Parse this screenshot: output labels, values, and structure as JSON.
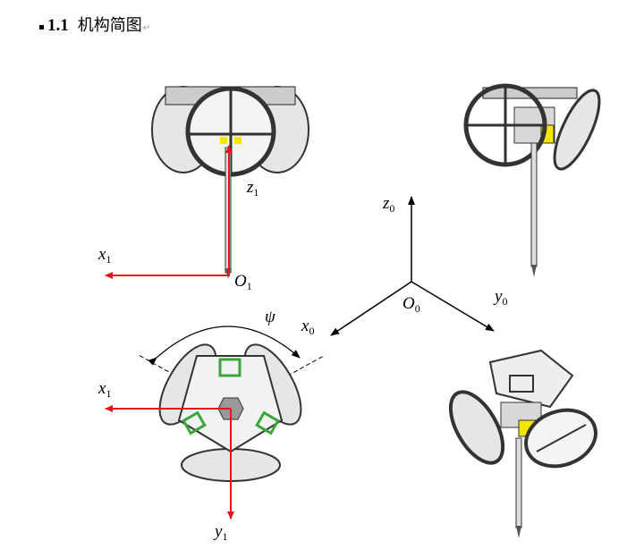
{
  "heading": {
    "number": "1.1",
    "title": "机构简图",
    "return_mark": "↵"
  },
  "labels": {
    "z1": {
      "base": "z",
      "sub": "1"
    },
    "x1_top": {
      "base": "x",
      "sub": "1"
    },
    "O1": {
      "base": "O",
      "sub": "1"
    },
    "z0": {
      "base": "z",
      "sub": "0"
    },
    "O0": {
      "base": "O",
      "sub": "0"
    },
    "y0": {
      "base": "y",
      "sub": "0"
    },
    "x0": {
      "base": "x",
      "sub": "0"
    },
    "psi": "ψ",
    "x1_bottom": {
      "base": "x",
      "sub": "1"
    },
    "y1": {
      "base": "y",
      "sub": "1"
    }
  },
  "colors": {
    "axis_red": "#e8141b",
    "axis_black": "#000000",
    "accent_yellow": "#f2e600",
    "accent_green": "#3aa63a"
  }
}
